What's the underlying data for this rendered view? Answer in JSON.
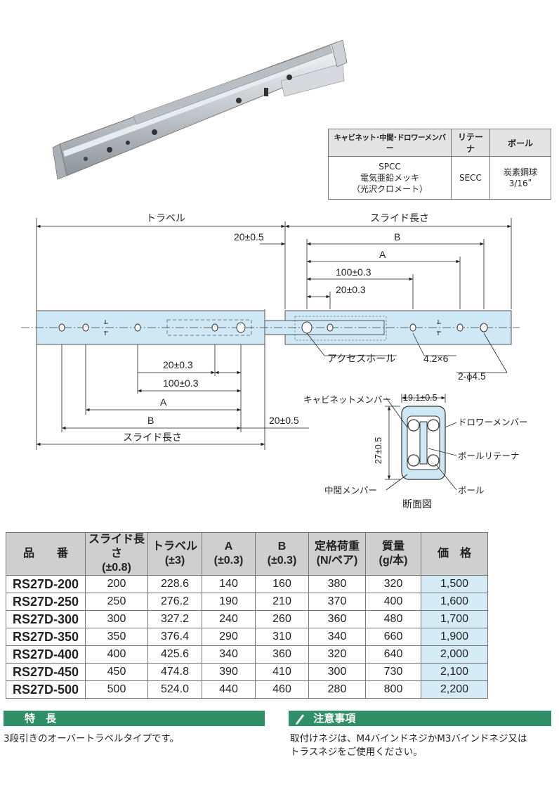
{
  "material_table": {
    "headers": [
      "キャビネット･中間･ドロワーメンバー",
      "リテーナ",
      "ボール"
    ],
    "member_lines": [
      "SPCC",
      "電気亜鉛メッキ",
      "（光沢クロメート）"
    ],
    "retainer": "SECC",
    "ball": "炭素鋼球3/16ʺ"
  },
  "drawing": {
    "travel": "トラベル",
    "slide_length": "スライド長さ",
    "dim_20_05": "20±0.5",
    "dim_B": "B",
    "dim_A": "A",
    "dim_100": "100±0.3",
    "dim_20_03": "20±0.3",
    "access_hole": "アクセスホール",
    "holes_42": "4.2×6",
    "holes_45": "2-ϕ4.5",
    "cabinet_member": "キャビネットメンバー",
    "width_191": "19.1±0.5",
    "drawer_member": "ドロワーメンバー",
    "height_27": "27±0.5",
    "ball_retainer": "ボールリテーナ",
    "ball": "ボール",
    "middle_member": "中間メンバー",
    "section_view": "断面図"
  },
  "spec_table": {
    "headers": [
      {
        "l1": "品　　番",
        "l2": ""
      },
      {
        "l1": "スライド長さ",
        "l2": "(±0.8)"
      },
      {
        "l1": "トラベル",
        "l2": "(±3)"
      },
      {
        "l1": "A",
        "l2": "(±0.3)"
      },
      {
        "l1": "B",
        "l2": "(±0.3)"
      },
      {
        "l1": "定格荷重",
        "l2": "(N/ペア)"
      },
      {
        "l1": "質量",
        "l2": "(g/本)"
      },
      {
        "l1": "価　格",
        "l2": ""
      }
    ],
    "rows": [
      [
        "RS27D-200",
        "200",
        "228.6",
        "140",
        "160",
        "380",
        "320",
        "1,500"
      ],
      [
        "RS27D-250",
        "250",
        "276.2",
        "190",
        "210",
        "370",
        "400",
        "1,600"
      ],
      [
        "RS27D-300",
        "300",
        "327.2",
        "240",
        "260",
        "360",
        "480",
        "1,700"
      ],
      [
        "RS27D-350",
        "350",
        "376.4",
        "290",
        "310",
        "340",
        "660",
        "1,900"
      ],
      [
        "RS27D-400",
        "400",
        "425.6",
        "340",
        "360",
        "320",
        "640",
        "2,000"
      ],
      [
        "RS27D-450",
        "450",
        "474.8",
        "390",
        "410",
        "300",
        "730",
        "2,100"
      ],
      [
        "RS27D-500",
        "500",
        "524.0",
        "440",
        "460",
        "280",
        "800",
        "2,200"
      ]
    ]
  },
  "features": {
    "title": "特　長",
    "text": "3段引きのオーバートラベルタイプです。"
  },
  "caution": {
    "title": "注意事項",
    "icon": "pen-icon",
    "line1": "取付けネジは、M4バインドネジかM3バインドネジ又は",
    "line2": "トラスネジをご使用ください。"
  },
  "colors": {
    "accent_green": "#2f8f66",
    "rail_blue": "#cfe8f5",
    "price_blue": "#d5ecf6"
  }
}
